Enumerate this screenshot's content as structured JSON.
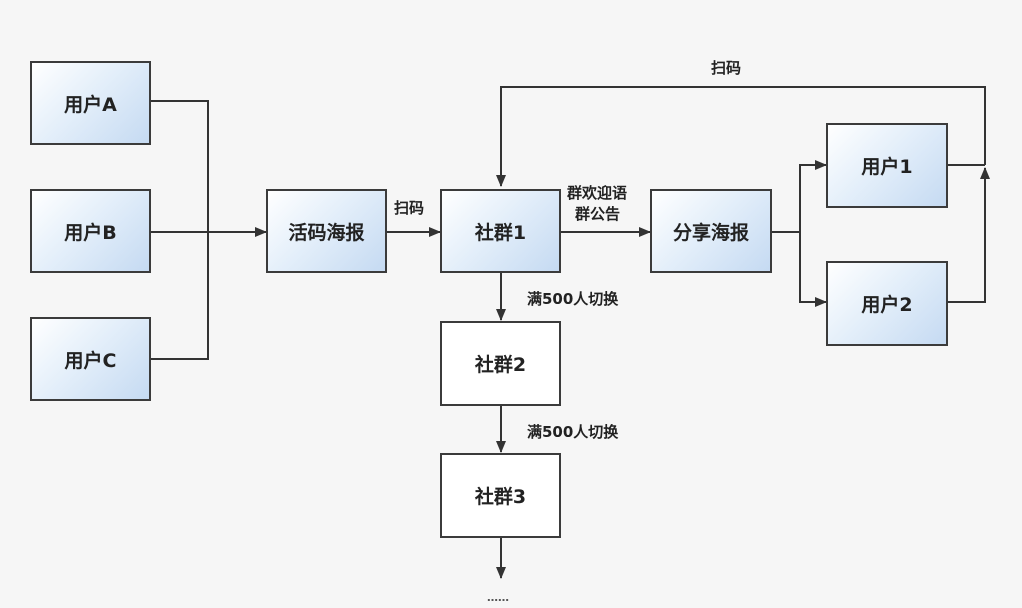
{
  "nodes": {
    "user_a": "用户A",
    "user_b": "用户B",
    "user_c": "用户C",
    "live_poster": "活码海报",
    "group1": "社群1",
    "group2": "社群2",
    "group3": "社群3",
    "share_poster": "分享海报",
    "user1": "用户1",
    "user2": "用户2"
  },
  "edge_labels": {
    "scan_to_group": "扫码",
    "welcome": "群欢迎语",
    "announcement": "群公告",
    "switch_1": "满500人切换",
    "switch_2": "满500人切换",
    "scan_loop": "扫码"
  },
  "continuation": "……"
}
